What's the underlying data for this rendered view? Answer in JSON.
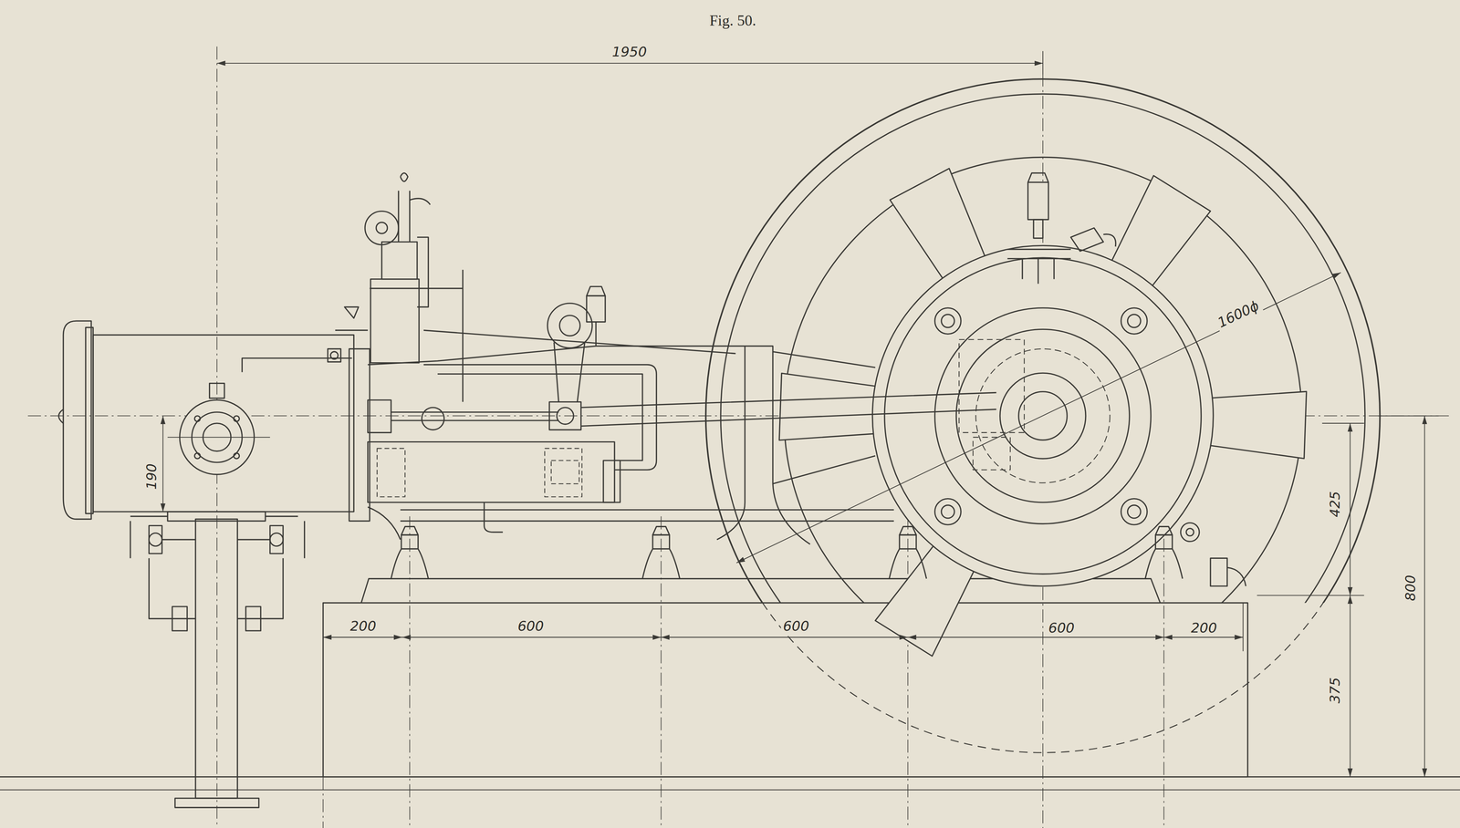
{
  "diagram": {
    "title": "Fig. 50.",
    "labels": [
      "1950",
      "1600ϕ",
      "190",
      "425",
      "800",
      "200",
      "600",
      "600",
      "600",
      "200",
      "375"
    ]
  }
}
